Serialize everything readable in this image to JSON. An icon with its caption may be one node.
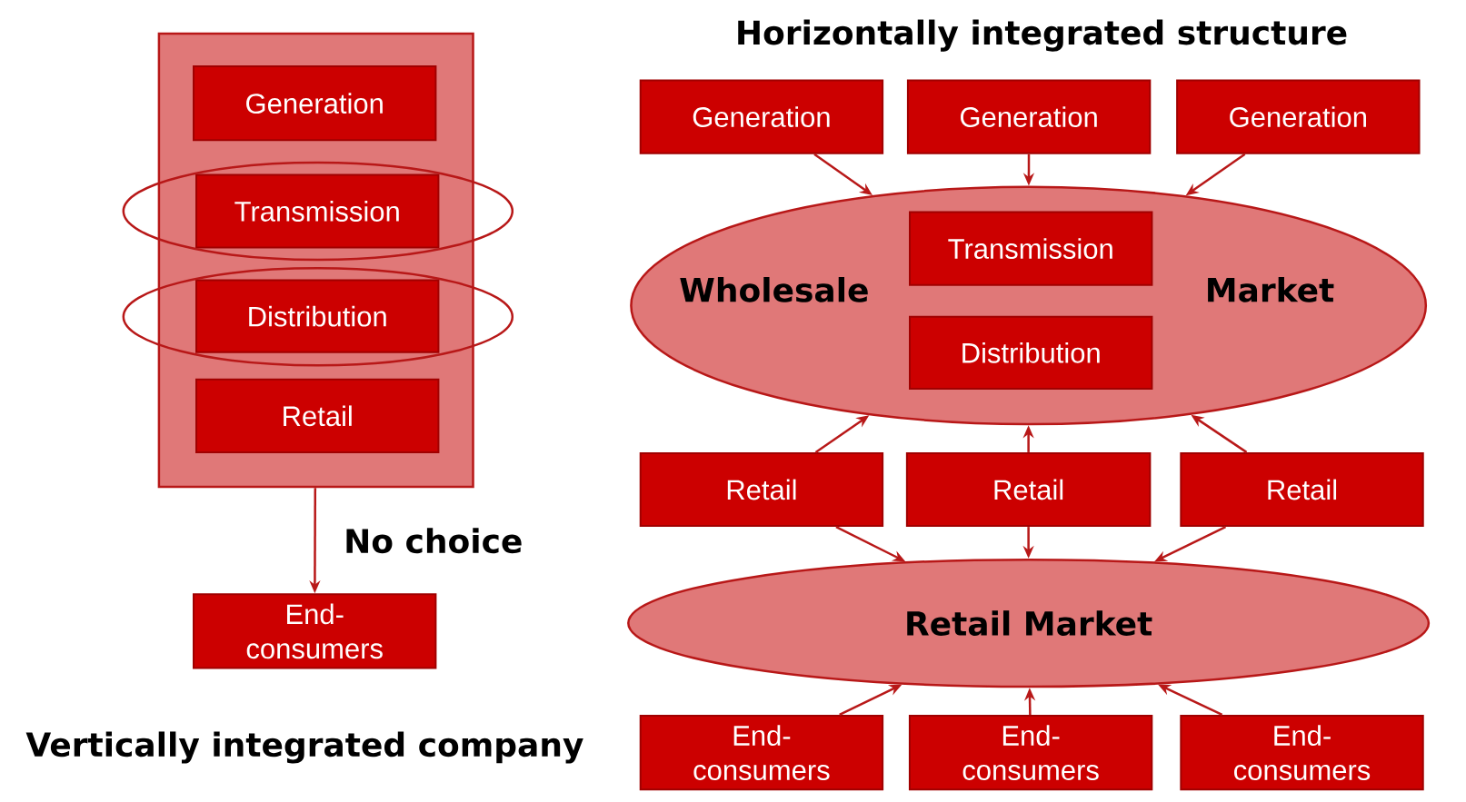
{
  "diagram": {
    "title": "Horizontally integrated structure",
    "nodes": [
      {
        "text": [],
        "shape": "box"
      },
      {
        "text": [
          "Generation"
        ],
        "in": 0
      },
      {
        "text": [
          "Transmission"
        ],
        "in": 0
      },
      {
        "text": [
          "Distribution"
        ],
        "in": 0
      },
      {
        "text": [
          "Retail"
        ],
        "in": 0
      },
      {
        "text": [
          "End-consumers"
        ]
      },
      {
        "text": [
          "Generation"
        ]
      },
      {
        "text": [
          "Generation"
        ]
      },
      {
        "text": [
          "Generation"
        ]
      },
      {
        "text": [
          "Wholesale",
          "Market"
        ]
      },
      {
        "text": [
          "Transmission"
        ],
        "in": 9
      },
      {
        "text": [
          "Distribution"
        ],
        "in": 9
      },
      {
        "text": [
          "Retail"
        ]
      },
      {
        "text": [
          "Retail"
        ]
      },
      {
        "text": [
          "Retail"
        ]
      },
      {
        "text": [
          "Retail Market"
        ]
      },
      {
        "text": [
          "End-consumers"
        ]
      },
      {
        "text": [
          "End-consumers"
        ]
      },
      {
        "text": [
          "End-consumers"
        ]
      }
    ],
    "edges": [
      {
        "from": 0,
        "to": 5,
        "arrow": "to",
        "label": "No choice"
      },
      {
        "from": 6,
        "to": 9,
        "arrow": "to"
      },
      {
        "from": 7,
        "to": 9,
        "arrow": "to"
      },
      {
        "from": 8,
        "to": 9,
        "arrow": "to"
      },
      {
        "from": 12,
        "to": 9,
        "arrow": "to"
      },
      {
        "from": 13,
        "to": 9,
        "arrow": "to"
      },
      {
        "from": 14,
        "to": 9,
        "arrow": "to"
      },
      {
        "from": 12,
        "to": 15,
        "arrow": "to"
      },
      {
        "from": 13,
        "to": 15,
        "arrow": "to"
      },
      {
        "from": 14,
        "to": 15,
        "arrow": "to"
      },
      {
        "from": 16,
        "to": 15,
        "arrow": "to"
      },
      {
        "from": 17,
        "to": 15,
        "arrow": "to"
      },
      {
        "from": 18,
        "to": 15,
        "arrow": "to"
      }
    ],
    "labels": [
      "Vertically integrated company"
    ]
  }
}
